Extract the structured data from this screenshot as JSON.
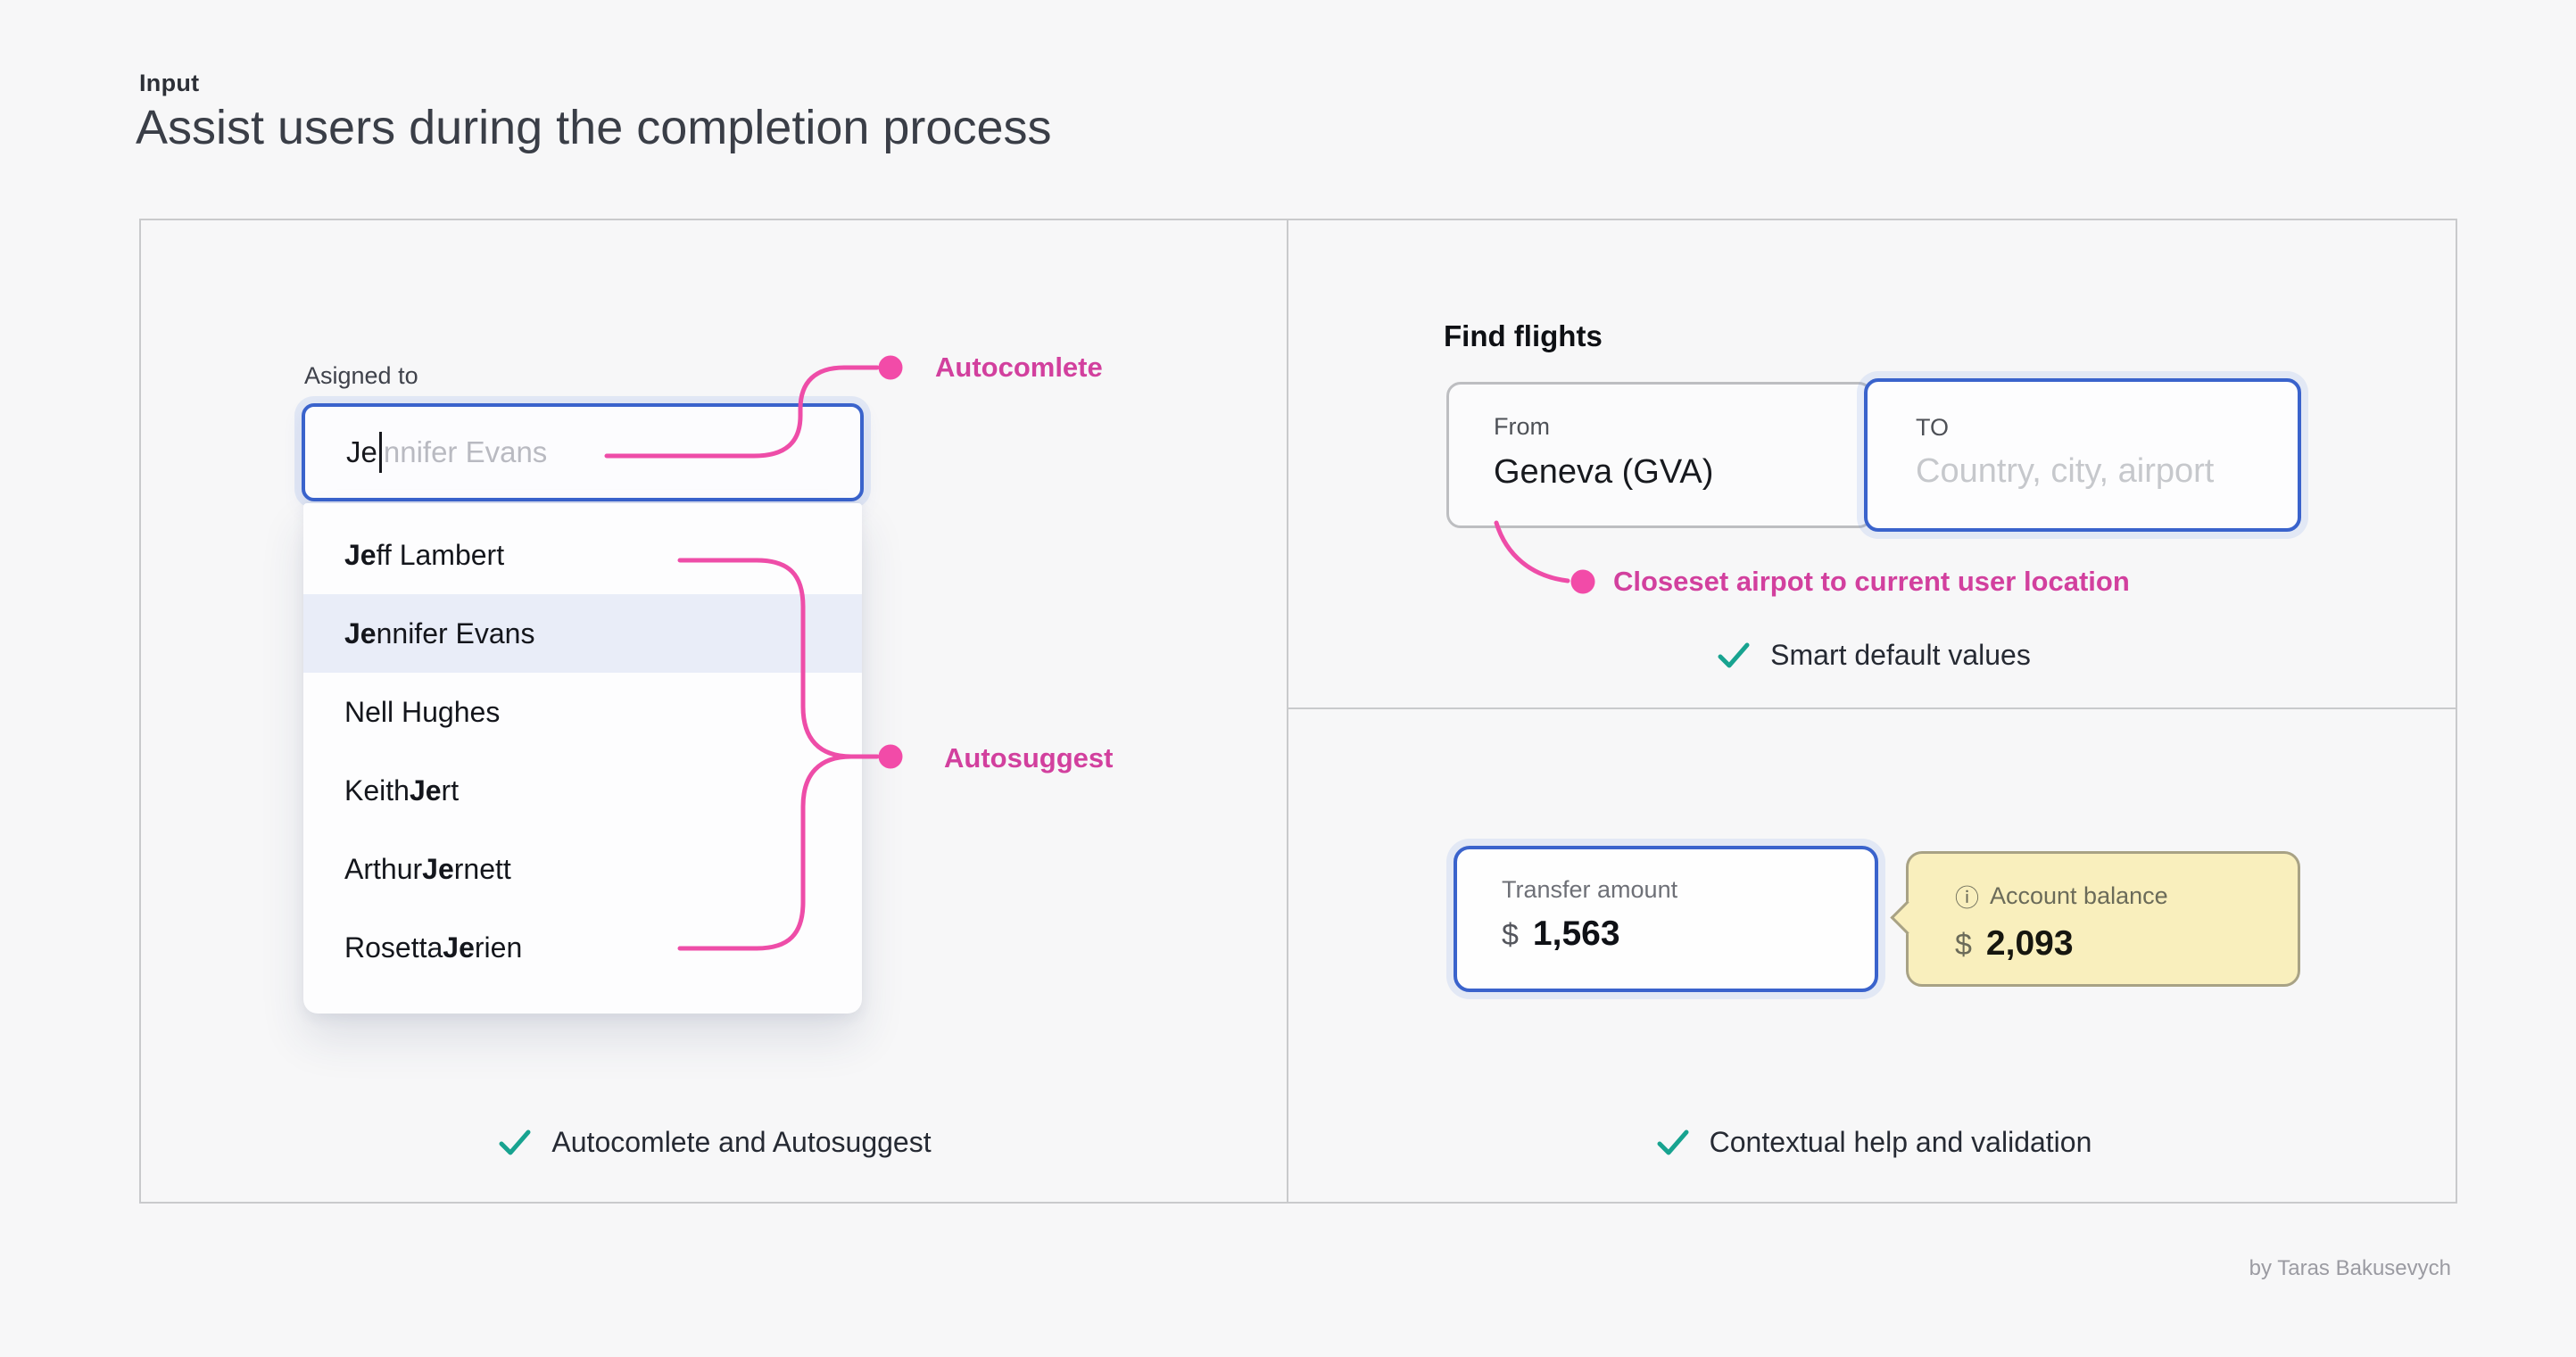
{
  "page": {
    "eyebrow": "Input",
    "title": "Assist users during the completion process",
    "credit": "by Taras Bakusevych"
  },
  "left_panel": {
    "field_label": "Asigned to",
    "input": {
      "typed": "Je",
      "suggestion": "nnifer Evans"
    },
    "dropdown_items": [
      {
        "highlighted": false,
        "segments": [
          {
            "text": "Je",
            "bold": true
          },
          {
            "text": "ff Lambert",
            "bold": false
          }
        ]
      },
      {
        "highlighted": true,
        "segments": [
          {
            "text": "Je",
            "bold": true
          },
          {
            "text": "nnifer Evans",
            "bold": false
          }
        ]
      },
      {
        "highlighted": false,
        "segments": [
          {
            "text": "Nell Hughes",
            "bold": false
          }
        ]
      },
      {
        "highlighted": false,
        "segments": [
          {
            "text": "Keith ",
            "bold": false
          },
          {
            "text": "Je",
            "bold": true
          },
          {
            "text": "rt",
            "bold": false
          }
        ]
      },
      {
        "highlighted": false,
        "segments": [
          {
            "text": "Arthur ",
            "bold": false
          },
          {
            "text": "Je",
            "bold": true
          },
          {
            "text": "rnett",
            "bold": false
          }
        ]
      },
      {
        "highlighted": false,
        "segments": [
          {
            "text": "Rosetta ",
            "bold": false
          },
          {
            "text": "Je",
            "bold": true
          },
          {
            "text": "rien",
            "bold": false
          }
        ]
      }
    ],
    "callouts": {
      "autocomplete": "Autocomlete",
      "autosuggest": "Autosuggest"
    },
    "footer_note": "Autocomlete and Autosuggest"
  },
  "flights": {
    "heading": "Find flights",
    "from": {
      "label": "From",
      "value": "Geneva (GVA)"
    },
    "to": {
      "label": "TO",
      "placeholder": "Country, city, airport"
    },
    "callout": "Closeset airpot to current user location",
    "note": "Smart default values"
  },
  "transfer": {
    "amount": {
      "label": "Transfer amount",
      "currency": "$",
      "value": "1,563"
    },
    "balance": {
      "info_icon": "ⓘ",
      "label": "Account balance",
      "currency": "$",
      "value": "2,093"
    },
    "note": "Contextual help and validation"
  },
  "colors": {
    "background": "#f7f7f8",
    "panel_border": "#c9cacc",
    "focus_blue": "#3a63cc",
    "annotation_pink": "#ee4da8",
    "annotation_pink_text": "#d2409e",
    "check_teal": "#18a390",
    "highlight_row": "#e9edf8",
    "tooltip_yellow_bg": "#f9efbd",
    "tooltip_yellow_border": "#a8a285"
  }
}
